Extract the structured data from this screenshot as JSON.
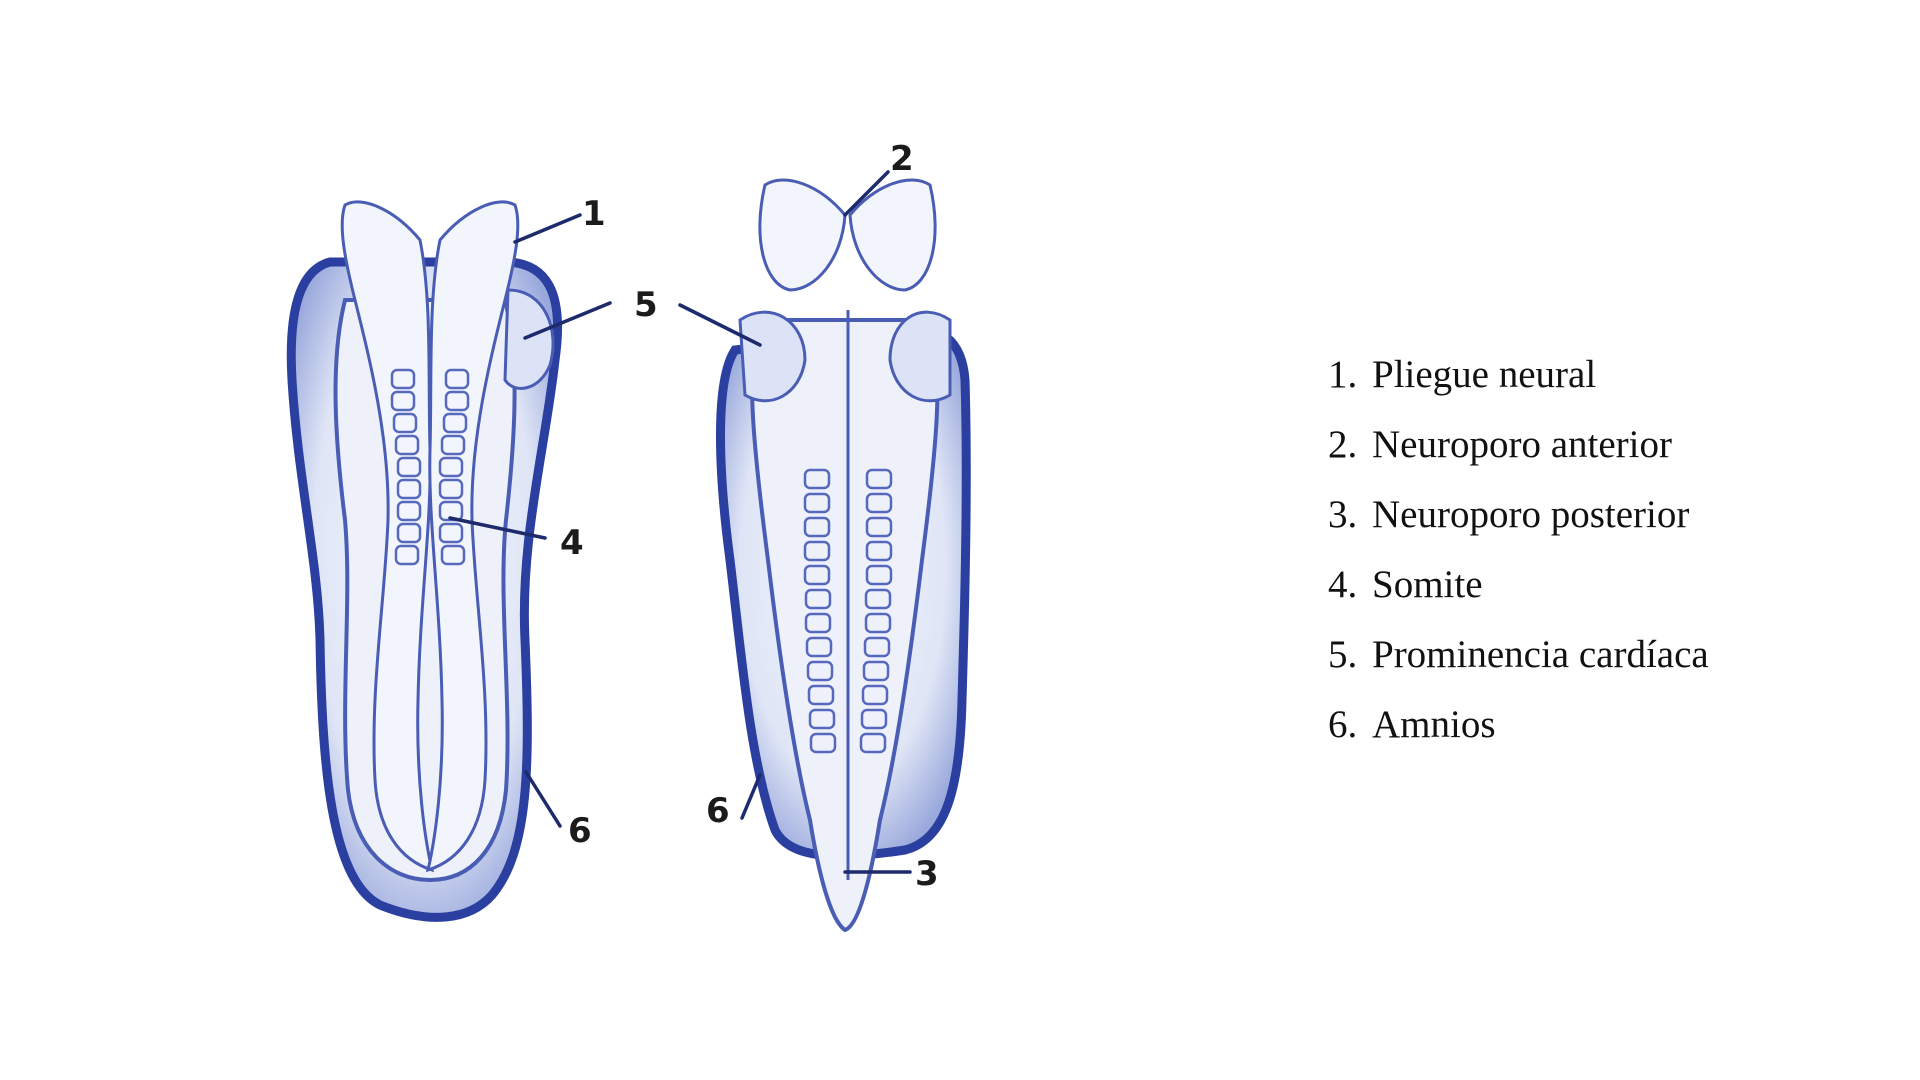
{
  "diagram": {
    "callouts": {
      "c1": "1",
      "c2": "2",
      "c3": "3",
      "c4": "4",
      "c5": "5",
      "c6_left": "6",
      "c6_right": "6"
    },
    "colors": {
      "ink": "#2a3fa0",
      "fill": "#e9edf8",
      "leader": "#1d2a6b"
    }
  },
  "legend": {
    "items": [
      {
        "num": "1.",
        "label": "Pliegue neural"
      },
      {
        "num": "2.",
        "label": "Neuroporo anterior"
      },
      {
        "num": "3.",
        "label": "Neuroporo posterior"
      },
      {
        "num": "4.",
        "label": "Somite"
      },
      {
        "num": "5.",
        "label": "Prominencia cardíaca"
      },
      {
        "num": "6.",
        "label": "Amnios"
      }
    ]
  }
}
